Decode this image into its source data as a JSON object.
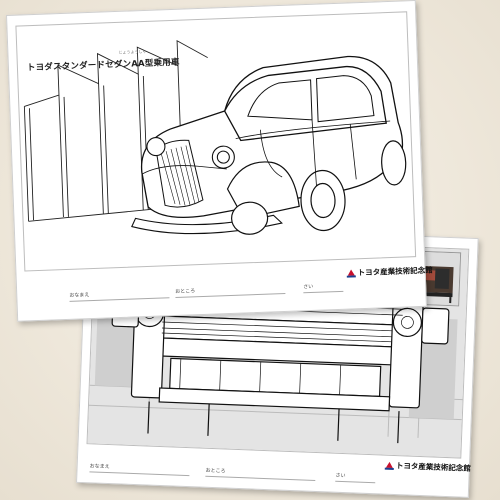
{
  "car_sheet": {
    "title": "トヨダスタンダードセダンAA型乗用車",
    "furigana": "じょうようしゃ",
    "logo_text": "トヨタ産業技術記念館",
    "fields": [
      "おなまえ",
      "おところ",
      "さい"
    ]
  },
  "loom_sheet": {
    "logo_text": "トヨタ産業技術記念館",
    "fields": [
      "おなまえ",
      "おところ",
      "さい"
    ]
  },
  "colors": {
    "logo_red": "#c8102e",
    "logo_blue": "#1d3f8f"
  },
  "icons": [
    "toyota-museum-logo-icon"
  ]
}
